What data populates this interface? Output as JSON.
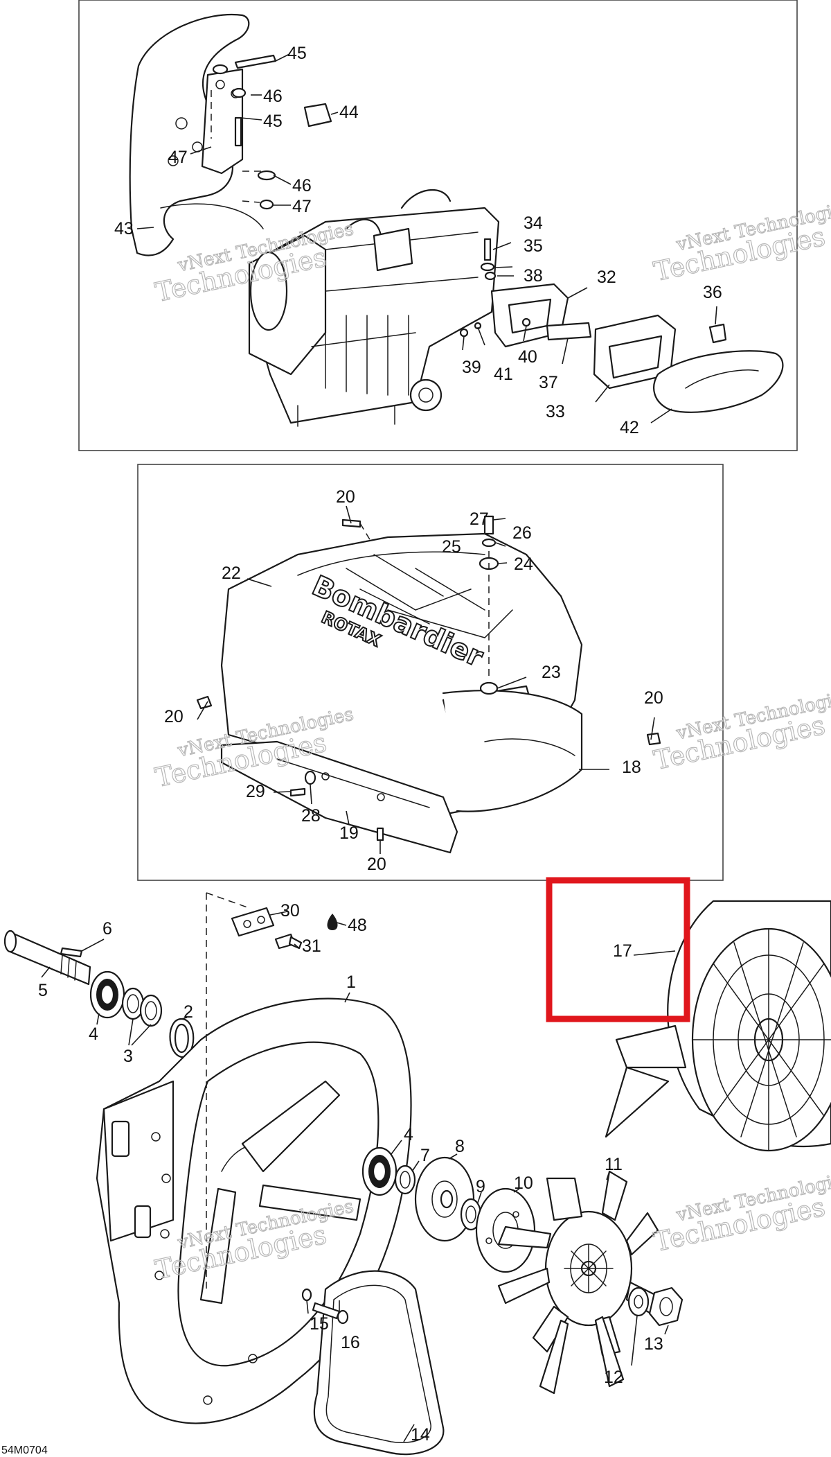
{
  "diagram_code": "54M0704",
  "watermark": {
    "line1": "vNext Technologies",
    "line2": "Technologies",
    "corner": "vNext"
  },
  "brand": {
    "name": "Bombardier",
    "sub": "ROTAX"
  },
  "callouts": {
    "c1": "1",
    "c2": "2",
    "c3": "3",
    "c4": "4",
    "c4b": "4",
    "c5": "5",
    "c6": "6",
    "c7": "7",
    "c8": "8",
    "c9": "9",
    "c10": "10",
    "c11": "11",
    "c12": "12",
    "c13": "13",
    "c14": "14",
    "c15": "15",
    "c16": "16",
    "c17": "17",
    "c18": "18",
    "c19": "19",
    "c20a": "20",
    "c20b": "20",
    "c20c": "20",
    "c20d": "20",
    "c22": "22",
    "c23": "23",
    "c24": "24",
    "c25": "25",
    "c26": "26",
    "c27": "27",
    "c28": "28",
    "c29": "29",
    "c30": "30",
    "c31": "31",
    "c32": "32",
    "c33": "33",
    "c34": "34",
    "c35": "35",
    "c36": "36",
    "c37": "37",
    "c38": "38",
    "c39": "39",
    "c40": "40",
    "c41": "41",
    "c42": "42",
    "c43": "43",
    "c44": "44",
    "c45a": "45",
    "c45b": "45",
    "c46a": "46",
    "c46b": "46",
    "c47a": "47",
    "c47b": "47",
    "c48": "48"
  },
  "highlight": {
    "label": "17",
    "color": "#e0161c"
  },
  "colors": {
    "line": "#1a1a1a",
    "watermark": "#b8b8b8",
    "frame": "#444444"
  }
}
